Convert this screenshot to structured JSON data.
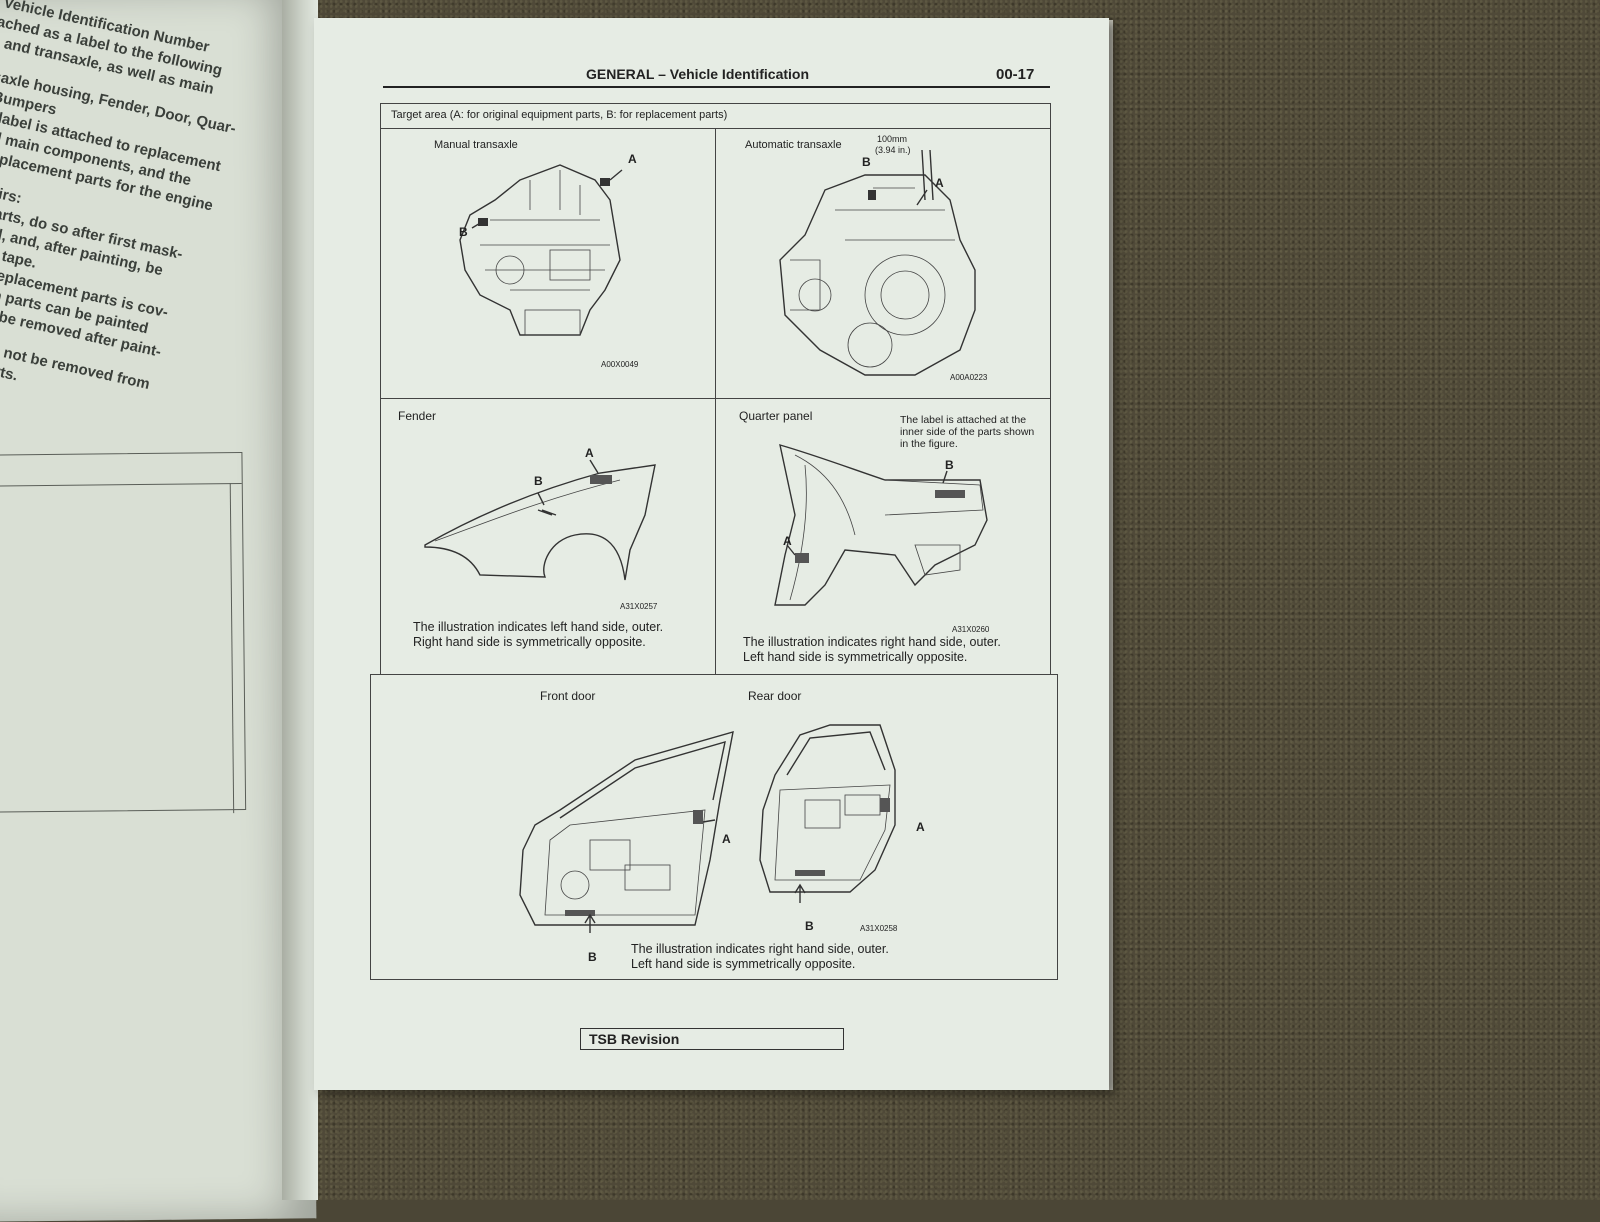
{
  "left_page": {
    "lines": [
      "e Vehicle Identification Number",
      "ttached as a label to the following",
      "ne and transaxle, as well as main",
      "",
      "ansaxle housing, Fender, Door, Quar-",
      "ld, Bumpers",
      "tion label is attached to replacement",
      "panel main components, and the",
      "nto replacement parts for the engine",
      "",
      "el repairs:",
      "ginal parts, do so after first mask-",
      "ion label, and, after painting, be",
      "masking tape.",
      "abel for replacement parts is cov-",
      "e, so such parts can be painted",
      "be should be removed after paint-",
      "",
      "abel should not be removed from",
      "acement parts."
    ]
  },
  "header": {
    "section": "GENERAL",
    "dash": "–",
    "subsection": "Vehicle Identification",
    "page_number": "00-17"
  },
  "table": {
    "caption": "Target area (A: for original equipment parts, B: for replacement parts)",
    "manual": {
      "title": "Manual transaxle",
      "label_a": "A",
      "label_b": "B",
      "code": "A00X0049"
    },
    "automatic": {
      "title": "Automatic transaxle",
      "dimension_mm": "100mm",
      "dimension_in": "(3.94 in.)",
      "label_a": "A",
      "label_b": "B",
      "code": "A00A0223"
    },
    "fender": {
      "title": "Fender",
      "label_a": "A",
      "label_b": "B",
      "code": "A31X0257",
      "note_line1": "The illustration indicates left hand side, outer.",
      "note_line2": "Right hand side is symmetrically opposite."
    },
    "quarter": {
      "title": "Quarter panel",
      "label_note_line1": "The label is attached at the",
      "label_note_line2": "inner side of the parts shown",
      "label_note_line3": "in the figure.",
      "label_a": "A",
      "label_b": "B",
      "code": "A31X0260",
      "note_line1": "The illustration indicates right hand side, outer.",
      "note_line2": "Left hand side is symmetrically opposite."
    },
    "doors": {
      "front_title": "Front door",
      "rear_title": "Rear door",
      "front_a": "A",
      "front_b": "B",
      "rear_a": "A",
      "rear_b": "B",
      "code": "A31X0258",
      "note_line1": "The illustration indicates right hand side, outer.",
      "note_line2": "Left hand side is symmetrically opposite."
    }
  },
  "footer": {
    "tsb": "TSB Revision"
  }
}
